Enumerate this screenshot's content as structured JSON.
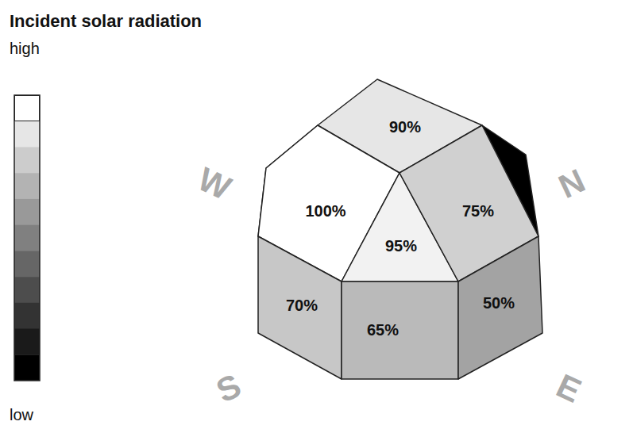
{
  "diagram": {
    "title": "Incident solar radiation",
    "nodes": [
      {
        "text": [
          "90%"
        ]
      },
      {
        "text": [
          "100%"
        ]
      },
      {
        "text": [
          "95%"
        ]
      },
      {
        "text": [
          "75%"
        ]
      },
      {
        "text": [
          "70%"
        ]
      },
      {
        "text": [
          "65%"
        ]
      },
      {
        "text": [
          "50%"
        ]
      }
    ],
    "labels": [
      "W",
      "N",
      "S",
      "E"
    ],
    "legend": [
      {
        "text": "high",
        "color": "#ffffff"
      },
      {
        "text": "low",
        "color": "#000000"
      }
    ]
  }
}
